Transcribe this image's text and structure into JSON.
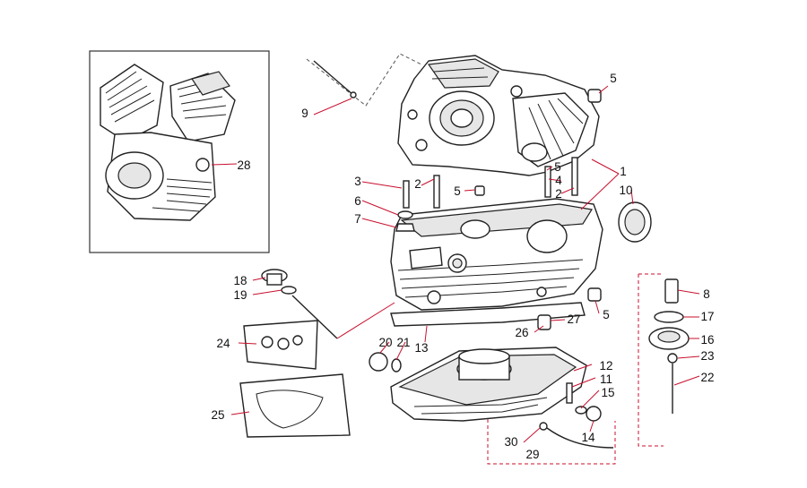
{
  "callouts": [
    {
      "id": "c1",
      "label": "1"
    },
    {
      "id": "c2a",
      "label": "2"
    },
    {
      "id": "c2b",
      "label": "2"
    },
    {
      "id": "c3",
      "label": "3"
    },
    {
      "id": "c4",
      "label": "4"
    },
    {
      "id": "c5a",
      "label": "5"
    },
    {
      "id": "c5b",
      "label": "5"
    },
    {
      "id": "c5c",
      "label": "5"
    },
    {
      "id": "c5d",
      "label": "5"
    },
    {
      "id": "c6",
      "label": "6"
    },
    {
      "id": "c7",
      "label": "7"
    },
    {
      "id": "c8",
      "label": "8"
    },
    {
      "id": "c9",
      "label": "9"
    },
    {
      "id": "c10",
      "label": "10"
    },
    {
      "id": "c11",
      "label": "11"
    },
    {
      "id": "c12",
      "label": "12"
    },
    {
      "id": "c13",
      "label": "13"
    },
    {
      "id": "c14",
      "label": "14"
    },
    {
      "id": "c15",
      "label": "15"
    },
    {
      "id": "c16",
      "label": "16"
    },
    {
      "id": "c17",
      "label": "17"
    },
    {
      "id": "c18",
      "label": "18"
    },
    {
      "id": "c19",
      "label": "19"
    },
    {
      "id": "c20",
      "label": "20"
    },
    {
      "id": "c21",
      "label": "21"
    },
    {
      "id": "c22",
      "label": "22"
    },
    {
      "id": "c23",
      "label": "23"
    },
    {
      "id": "c24",
      "label": "24"
    },
    {
      "id": "c25",
      "label": "25"
    },
    {
      "id": "c26",
      "label": "26"
    },
    {
      "id": "c27",
      "label": "27"
    },
    {
      "id": "c28",
      "label": "28"
    },
    {
      "id": "c29",
      "label": "29"
    },
    {
      "id": "c30",
      "label": "30"
    }
  ],
  "colors": {
    "leader": "#c8102e",
    "stroke": "#222222"
  }
}
